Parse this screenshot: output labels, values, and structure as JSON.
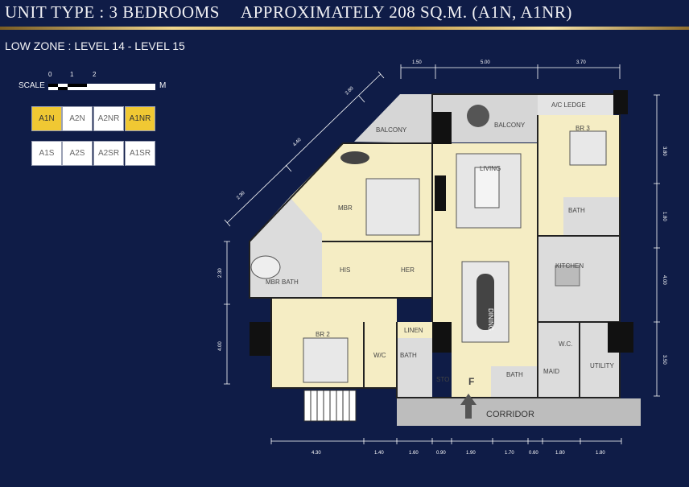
{
  "header": {
    "unit_type": "UNIT TYPE : 3 BEDROOMS",
    "area": "APPROXIMATELY 208 SQ.M. (A1N, A1NR)",
    "zone": "LOW ZONE : LEVEL 14 - LEVEL 15"
  },
  "scale": {
    "label": "SCALE",
    "unit": "M",
    "ticks": [
      "0",
      "1",
      "2"
    ]
  },
  "keyplan": {
    "top_row": [
      {
        "label": "A1N",
        "selected": true
      },
      {
        "label": "A2N",
        "selected": false
      },
      {
        "label": "A2NR",
        "selected": false
      },
      {
        "label": "A1NR",
        "selected": true
      }
    ],
    "bottom_row": [
      {
        "label": "A1S",
        "selected": false
      },
      {
        "label": "A2S",
        "selected": false
      },
      {
        "label": "A2SR",
        "selected": false
      },
      {
        "label": "A1SR",
        "selected": false
      }
    ]
  },
  "rooms": {
    "balcony_left": "BALCONY",
    "balcony_right": "BALCONY",
    "ac_ledge": "A/C LEDGE",
    "br3": "BR 3",
    "living": "LIVING",
    "mbr": "MBR",
    "bath_br3": "BATH",
    "kitchen": "KITCHEN",
    "his": "HIS",
    "her": "HER",
    "mbr_bath": "MBR BATH",
    "dining": "DINING",
    "br2": "BR 2",
    "linen": "LINEN",
    "wc_br2": "W/C",
    "bath_br2": "BATH",
    "wc_maid": "W.C.",
    "utility": "UTILITY",
    "maid": "MAID",
    "bath_maid": "BATH",
    "sto": "STO",
    "foyer": "F",
    "corridor": "CORRIDOR"
  },
  "dimensions": {
    "top": [
      "1.50",
      "5.00",
      "3.70"
    ],
    "diagonal": [
      "2.80",
      "4.40",
      "2.30"
    ],
    "left": [
      "2.30",
      "4.00"
    ],
    "right": [
      "3.80",
      "1.80",
      "4.00",
      "3.50"
    ],
    "bottom": [
      "4.30",
      "1.40",
      "1.60",
      "0.90",
      "1.90",
      "1.70",
      "0.60",
      "1.80",
      "1.80"
    ]
  },
  "colors": {
    "background": "#0f1c47",
    "selected": "#f0c833",
    "room_fill": "#f5edc4",
    "wet_fill": "#dcdcdc"
  }
}
